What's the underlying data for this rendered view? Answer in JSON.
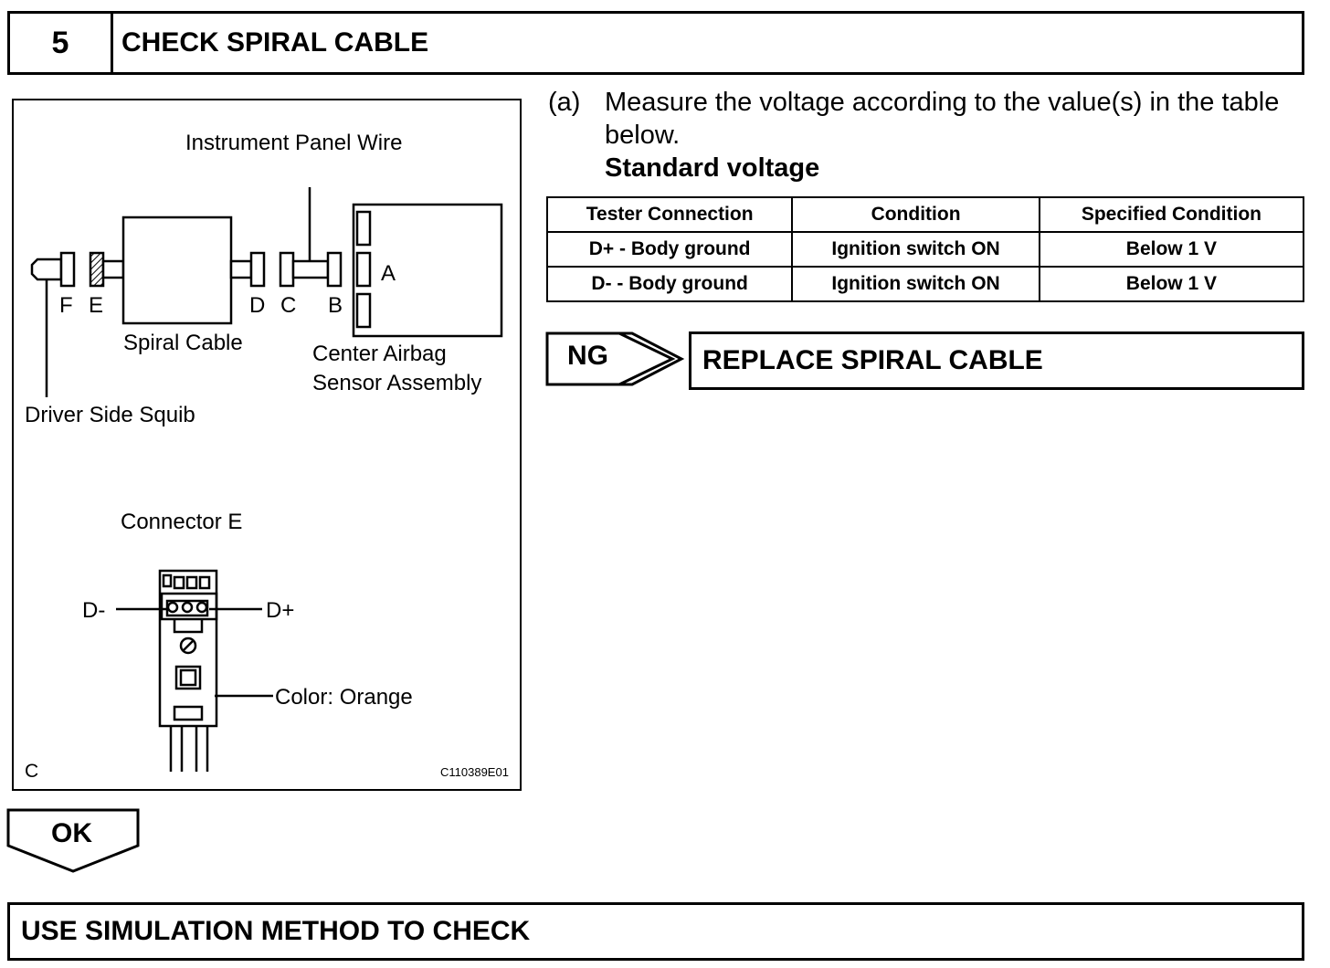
{
  "step": {
    "number": "5",
    "title": "CHECK SPIRAL CABLE"
  },
  "figure": {
    "labels": {
      "instrument_panel_wire": "Instrument Panel Wire",
      "spiral_cable": "Spiral Cable",
      "center_airbag_line1": "Center Airbag",
      "center_airbag_line2": "Sensor Assembly",
      "driver_side_squib": "Driver Side Squib",
      "connector_e": "Connector E",
      "d_minus": "D-",
      "d_plus": "D+",
      "color": "Color: Orange",
      "corner": "C",
      "figure_id": "C110389E01"
    },
    "connector_letters": {
      "a": "A",
      "b": "B",
      "c": "C",
      "d": "D",
      "e": "E",
      "f": "F"
    }
  },
  "instruction": {
    "label": "(a)",
    "text": "Measure the voltage according to the value(s) in the table below.",
    "subheading": "Standard voltage"
  },
  "table": {
    "headers": [
      "Tester Connection",
      "Condition",
      "Specified Condition"
    ],
    "rows": [
      [
        "D+ - Body ground",
        "Ignition switch ON",
        "Below 1 V"
      ],
      [
        "D- - Body ground",
        "Ignition switch ON",
        "Below 1 V"
      ]
    ]
  },
  "ng": {
    "label": "NG",
    "action": "REPLACE SPIRAL CABLE"
  },
  "ok": {
    "label": "OK",
    "action": "USE SIMULATION METHOD TO CHECK"
  }
}
